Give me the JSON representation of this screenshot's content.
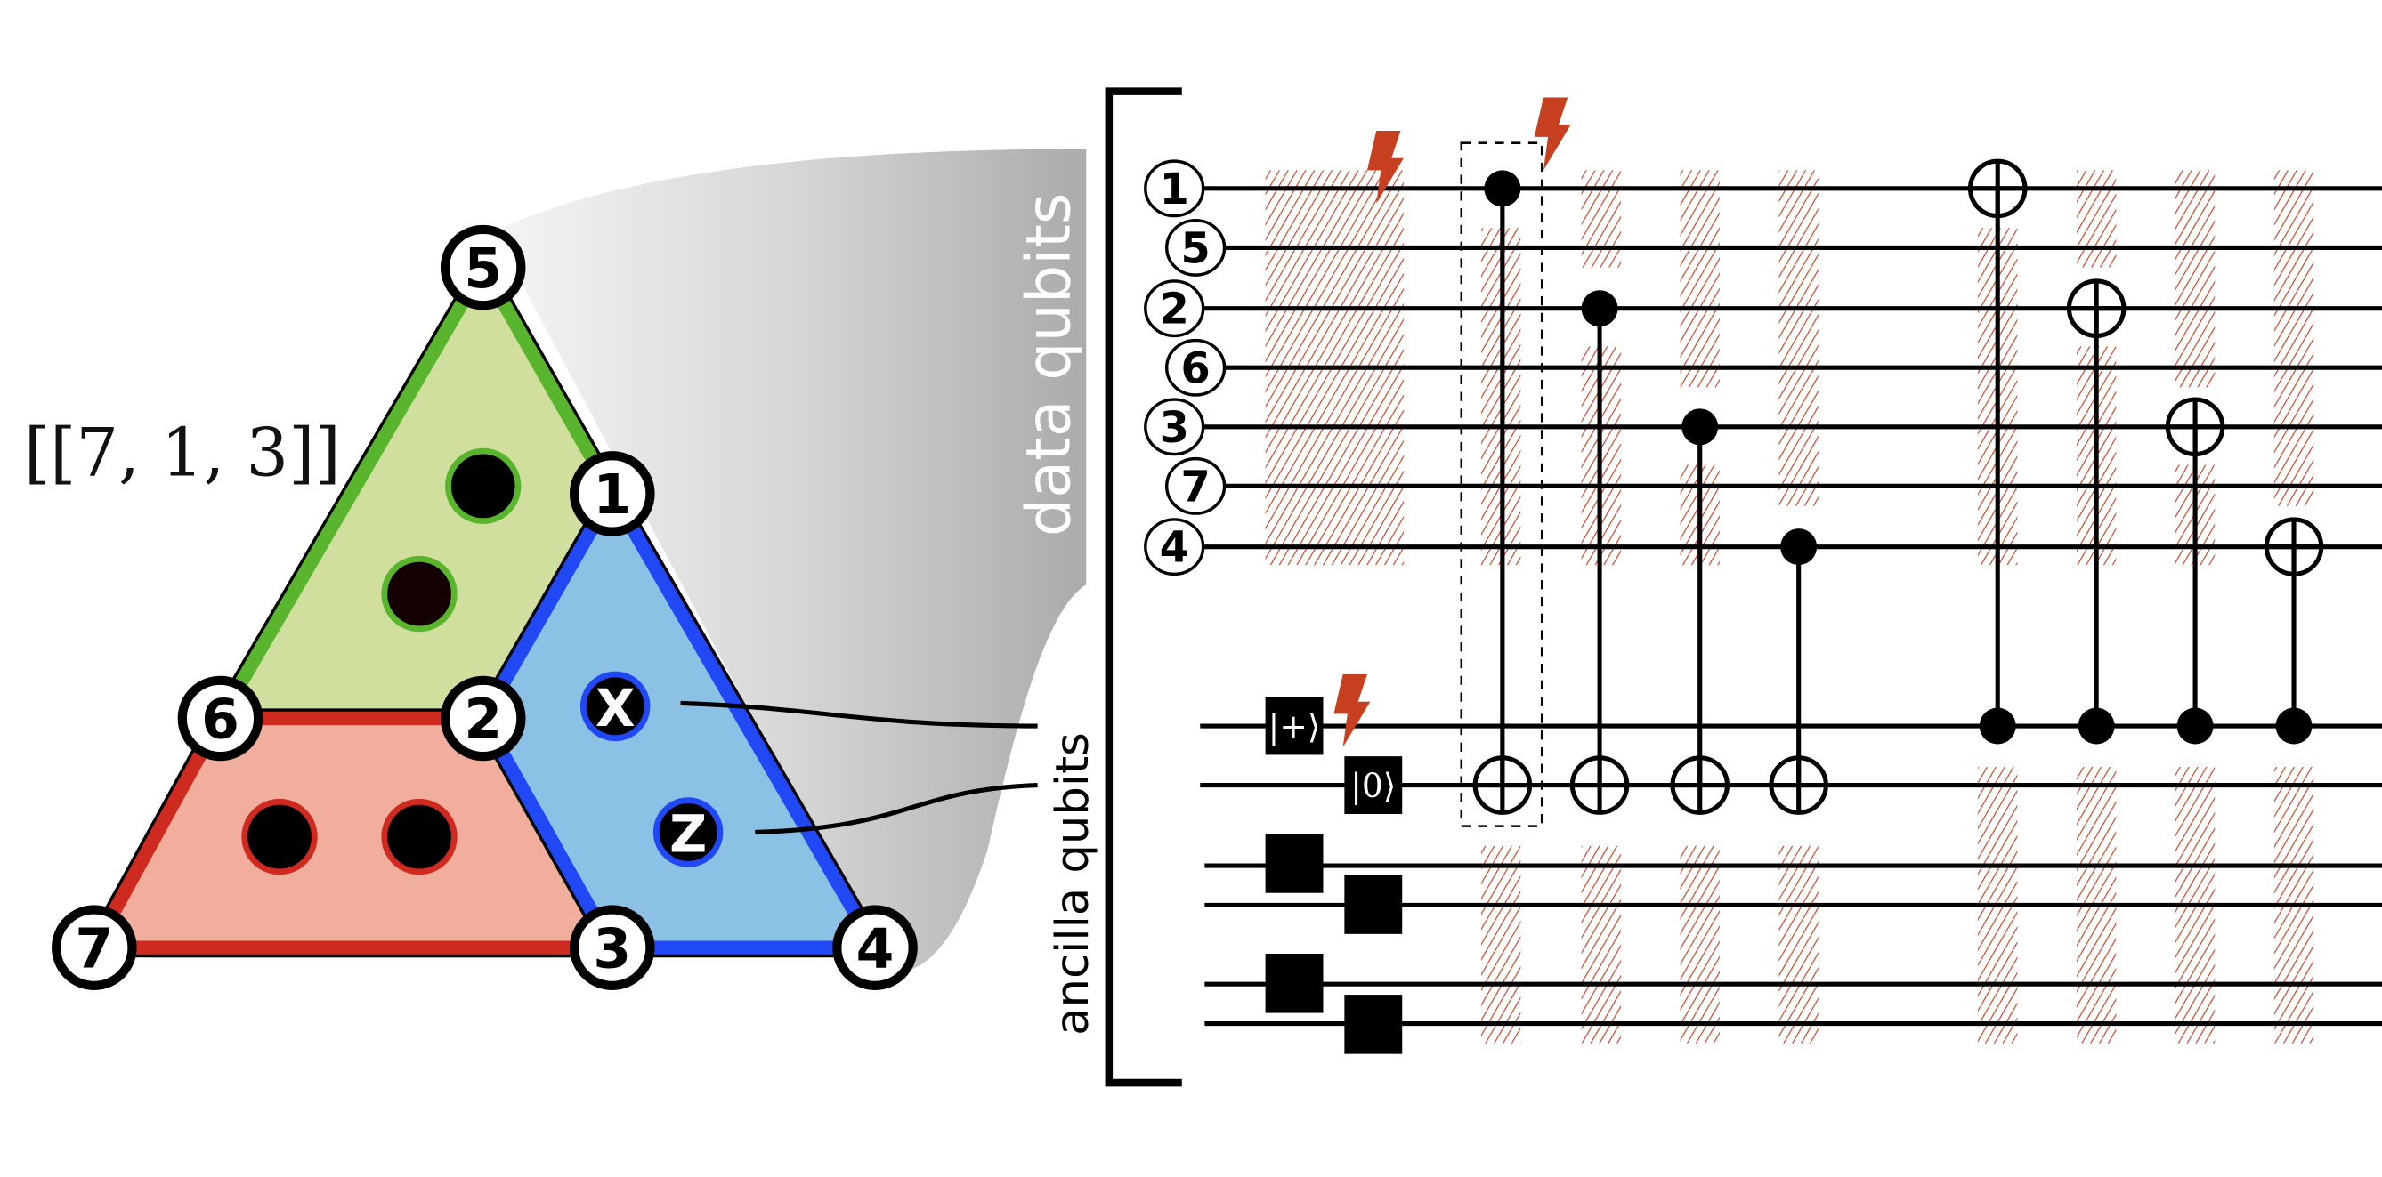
{
  "figure": {
    "code_label": "[[7, 1, 3]]",
    "data_qubits_label": "data qubits",
    "ancilla_qubits_label": "ancilla qubits"
  },
  "colors": {
    "green_stroke": "#5ab52e",
    "green_fill": "#d1df9e",
    "red_stroke": "#cf2a1f",
    "red_fill": "#f1ae9c",
    "blue_stroke": "#2148f5",
    "blue_fill": "#8bc1e4",
    "error": "#c63f1e",
    "hatch": "#c9452a"
  },
  "lattice": {
    "vertices": [
      {
        "id": "5",
        "label": "5"
      },
      {
        "id": "1",
        "label": "1"
      },
      {
        "id": "6",
        "label": "6"
      },
      {
        "id": "2",
        "label": "2"
      },
      {
        "id": "7",
        "label": "7"
      },
      {
        "id": "3",
        "label": "3"
      },
      {
        "id": "4",
        "label": "4"
      }
    ],
    "plaquettes": [
      {
        "name": "green",
        "qubits": [
          "5",
          "1",
          "2",
          "6"
        ]
      },
      {
        "name": "red",
        "qubits": [
          "6",
          "2",
          "3",
          "7"
        ]
      },
      {
        "name": "blue",
        "qubits": [
          "1",
          "4",
          "3",
          "2"
        ]
      }
    ],
    "stabilizer_markers": [
      {
        "plaquette": "blue",
        "label": "X"
      },
      {
        "plaquette": "blue",
        "label": "Z"
      }
    ]
  },
  "circuit": {
    "data_wires": [
      "1",
      "5",
      "2",
      "6",
      "3",
      "7",
      "4"
    ],
    "ancilla_init": [
      {
        "label": "|+⟩"
      },
      {
        "label": "|0⟩"
      }
    ],
    "z_stage_cnots": [
      {
        "control": "1",
        "target": "ancilla-2"
      },
      {
        "control": "2",
        "target": "ancilla-2"
      },
      {
        "control": "3",
        "target": "ancilla-2"
      },
      {
        "control": "4",
        "target": "ancilla-2"
      }
    ],
    "x_stage_cnots": [
      {
        "control": "ancilla-1",
        "target": "1"
      },
      {
        "control": "ancilla-1",
        "target": "2"
      },
      {
        "control": "ancilla-1",
        "target": "3"
      },
      {
        "control": "ancilla-1",
        "target": "4"
      }
    ],
    "extra_ancilla_wires": 4,
    "error_events": [
      {
        "location": "data qubit 1, idle"
      },
      {
        "location": "after first CNOT"
      },
      {
        "location": "ancilla |+⟩ init"
      }
    ]
  }
}
